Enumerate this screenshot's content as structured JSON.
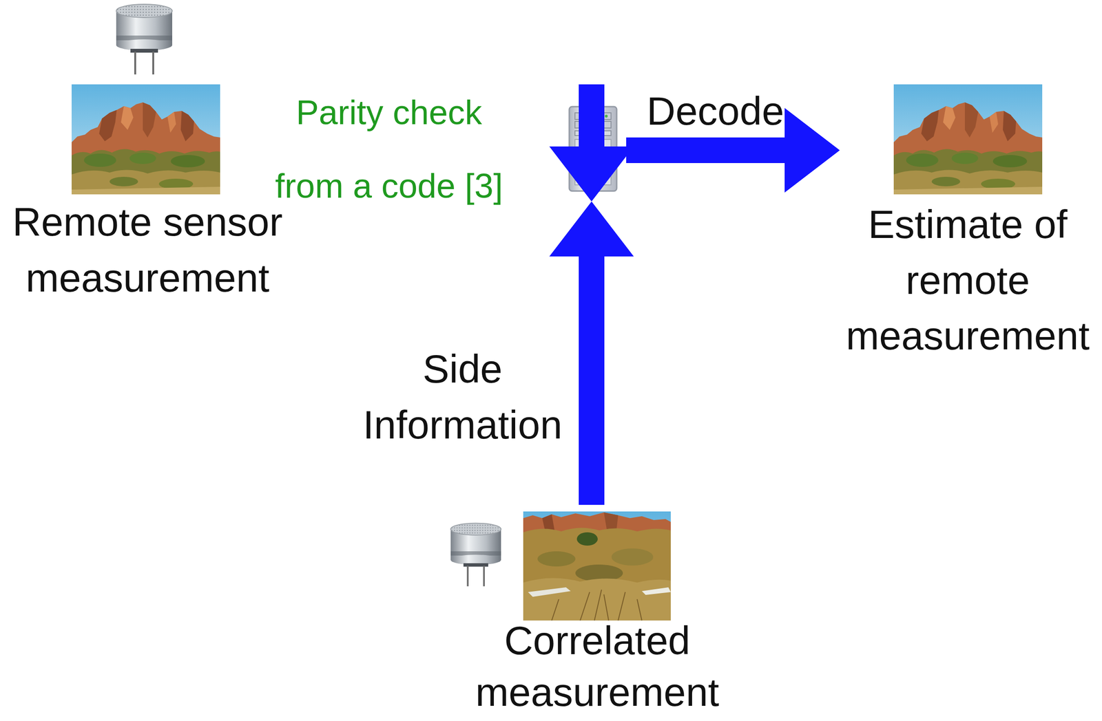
{
  "diagram": {
    "nodes": [
      {
        "text": [
          "Remote sensor measurement"
        ]
      },
      {
        "text": [
          "Estimate of remote measurement"
        ]
      },
      {
        "text": [
          "Correlated measurement"
        ]
      }
    ],
    "edges": [
      {
        "from": 0,
        "to": 1,
        "arrow": "to",
        "label": "Parity check from a code [3]"
      },
      {
        "from": 2,
        "to": 1,
        "arrow": "to",
        "label": "Side Information"
      }
    ],
    "labels": [
      "Decode"
    ]
  }
}
